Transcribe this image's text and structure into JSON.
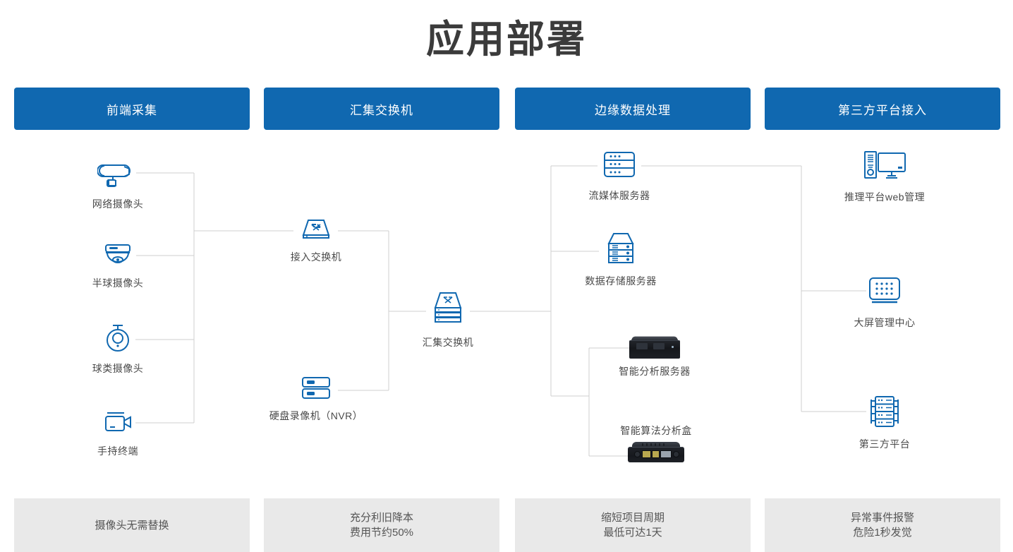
{
  "page": {
    "title": "应用部署",
    "accent_color": "#1068b0",
    "icon_color": "#1068b0",
    "wire_color": "#cfcfcf",
    "footer_bg": "#e9e9e9"
  },
  "columns": [
    {
      "id": "front-end-capture",
      "header": "前端采集",
      "footer": "摄像头无需替换"
    },
    {
      "id": "aggregation-switch",
      "header": "汇集交换机",
      "footer": "充分利旧降本\n费用节约50%"
    },
    {
      "id": "edge-data-process",
      "header": "边缘数据处理",
      "footer": "缩短项目周期\n最低可达1天"
    },
    {
      "id": "third-party-access",
      "header": "第三方平台接入",
      "footer": "异常事件报警\n危险1秒发觉"
    }
  ],
  "nodes": {
    "network_camera": {
      "label": "网络摄像头",
      "icon": "bullet-camera-icon"
    },
    "dome_camera": {
      "label": "半球摄像头",
      "icon": "dome-camera-icon"
    },
    "ptz_camera": {
      "label": "球类摄像头",
      "icon": "ptz-camera-icon"
    },
    "handheld_terminal": {
      "label": "手持终端",
      "icon": "camcorder-icon"
    },
    "access_switch": {
      "label": "接入交换机",
      "icon": "switch-icon"
    },
    "nvr": {
      "label": "硬盘录像机（NVR）",
      "icon": "nvr-icon"
    },
    "agg_switch": {
      "label": "汇集交换机",
      "icon": "stacked-switch-icon"
    },
    "stream_server": {
      "label": "流媒体服务器",
      "icon": "rack-server-icon"
    },
    "storage_server": {
      "label": "数据存储服务器",
      "icon": "storage-server-icon"
    },
    "analysis_server": {
      "label": "智能分析服务器",
      "icon": "analysis-server-photo"
    },
    "algorithm_box": {
      "label": "智能算法分析盒",
      "icon": "algorithm-box-photo"
    },
    "web_platform": {
      "label": "推理平台web管理",
      "icon": "desktop-pc-icon"
    },
    "video_wall": {
      "label": "大屏管理中心",
      "icon": "video-wall-icon"
    },
    "third_platform": {
      "label": "第三方平台",
      "icon": "server-rack-icon"
    }
  }
}
